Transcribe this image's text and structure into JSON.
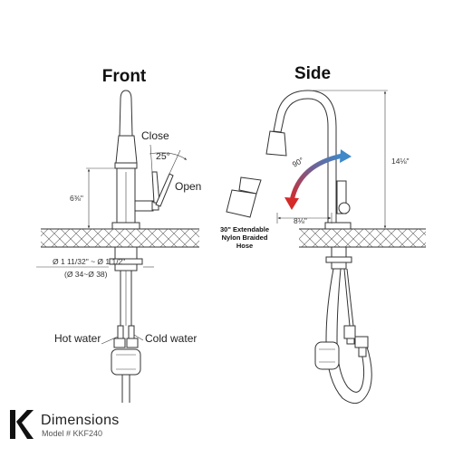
{
  "views": {
    "front": {
      "title": "Front"
    },
    "side": {
      "title": "Side"
    }
  },
  "front": {
    "handle_close": "Close",
    "handle_open": "Open",
    "swing_angle": "25°",
    "height_above_deck": "6⅜\"",
    "hole_diameter_in": "Ø 1 11/32\" ~ Ø 1 1/2\"",
    "hole_diameter_mm": "(Ø 34~Ø 38)",
    "hot_water": "Hot water",
    "cold_water": "Cold water"
  },
  "side": {
    "rotation_angle": "90°",
    "total_height": "14⅛\"",
    "spout_reach": "8⅛\"",
    "hose_note_line1": "30\" Extendable",
    "hose_note_line2": "Nylon Braided",
    "hose_note_line3": "Hose"
  },
  "footer": {
    "logo_letter": "K",
    "title": "Dimensions",
    "model": "Model # KKF240"
  },
  "colors": {
    "hot_arrow": "#d42a2a",
    "cold_arrow": "#3f88c9",
    "line": "#333333"
  }
}
